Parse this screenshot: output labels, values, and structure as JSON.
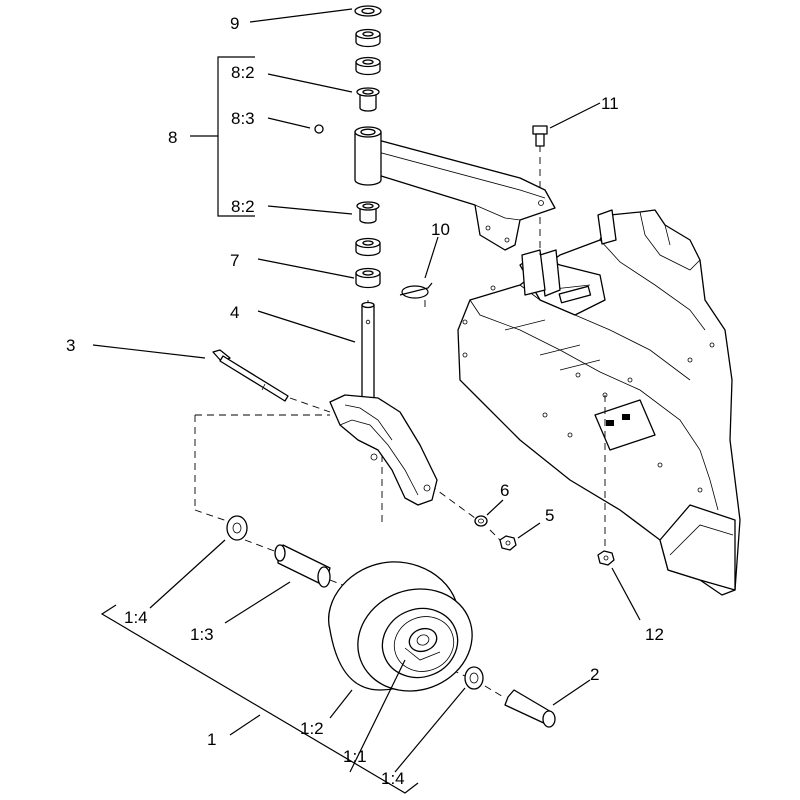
{
  "diagram": {
    "callouts": {
      "c9": "9",
      "c8": "8",
      "c8_2_top": "8:2",
      "c8_3": "8:3",
      "c8_2_bottom": "8:2",
      "c11": "11",
      "c10": "10",
      "c7": "7",
      "c4": "4",
      "c3": "3",
      "c6": "6",
      "c5": "5",
      "c12": "12",
      "c2": "2",
      "c1_4_left": "1:4",
      "c1_3": "1:3",
      "c1": "1",
      "c1_2": "1:2",
      "c1_1": "1:1",
      "c1_4_right": "1:4"
    }
  }
}
